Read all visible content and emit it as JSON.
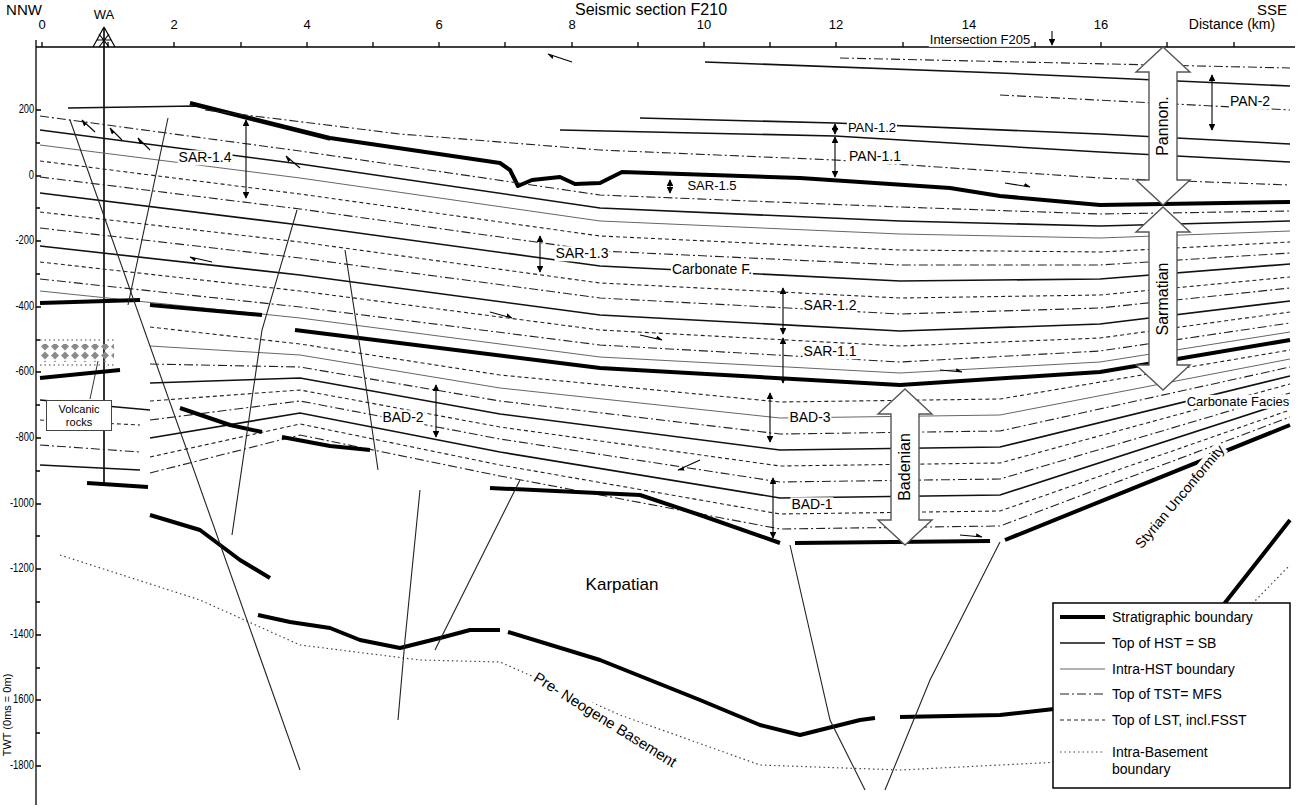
{
  "diagram": {
    "nodes": [
      {
        "text": [
          "Pannon."
        ]
      },
      {
        "text": [
          "Sarmatian"
        ]
      },
      {
        "text": [
          "Badenian"
        ]
      },
      {
        "text": [
          "Volcanic rocks"
        ]
      }
    ],
    "labels": [
      "NNW",
      "WA",
      "Seismic section F210",
      "SSE",
      "0",
      "2",
      "4",
      "6",
      "8",
      "10",
      "12",
      "14",
      "16",
      "Distance (km)",
      "200",
      "0",
      "-200",
      "-400",
      "-600",
      "-800",
      "-1000",
      "-1200",
      "-1400",
      "-1600",
      "-1800",
      "TWT (0ms = 0m)",
      "Intersection F205",
      "PAN-1.2",
      "PAN-1.1",
      "PAN-2",
      "SAR-1.4",
      "SAR-1.5",
      "SAR-1.3",
      "Carbonate F.",
      "SAR-1.2",
      "SAR-1.1",
      "BAD-3",
      "BAD-2",
      "BAD-1",
      "Carbonate Facies",
      "Styrian Unconformity",
      "Karpatian",
      "Pre- Neogene Basement"
    ],
    "legend": [
      {
        "text": "Stratigraphic boundary"
      },
      {
        "text": "Top of HST = SB"
      },
      {
        "text": "Intra-HST boundary"
      },
      {
        "text": "Top of TST= MFS"
      },
      {
        "text": "Top of LST, incl.FSST"
      },
      {
        "text": "Intra-Basement boundary"
      }
    ]
  }
}
